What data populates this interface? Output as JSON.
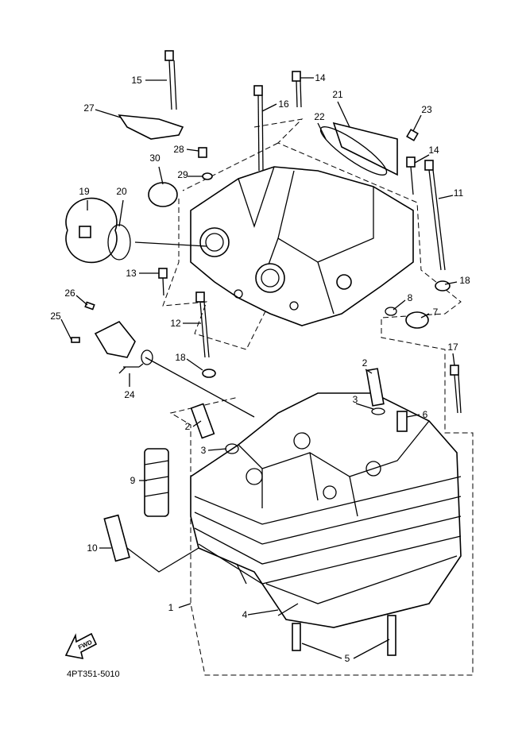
{
  "diagram": {
    "part_number_code": "4PT351-5010",
    "fwd_label": "FWD",
    "callouts": [
      "15",
      "14",
      "16",
      "21",
      "27",
      "22",
      "23",
      "28",
      "14",
      "30",
      "29",
      "19",
      "20",
      "11",
      "13",
      "18",
      "26",
      "8",
      "7",
      "25",
      "12",
      "17",
      "18",
      "2",
      "24",
      "3",
      "6",
      "2",
      "3",
      "9",
      "10",
      "1",
      "4",
      "5"
    ],
    "line_color": "#000000",
    "background": "#ffffff"
  }
}
